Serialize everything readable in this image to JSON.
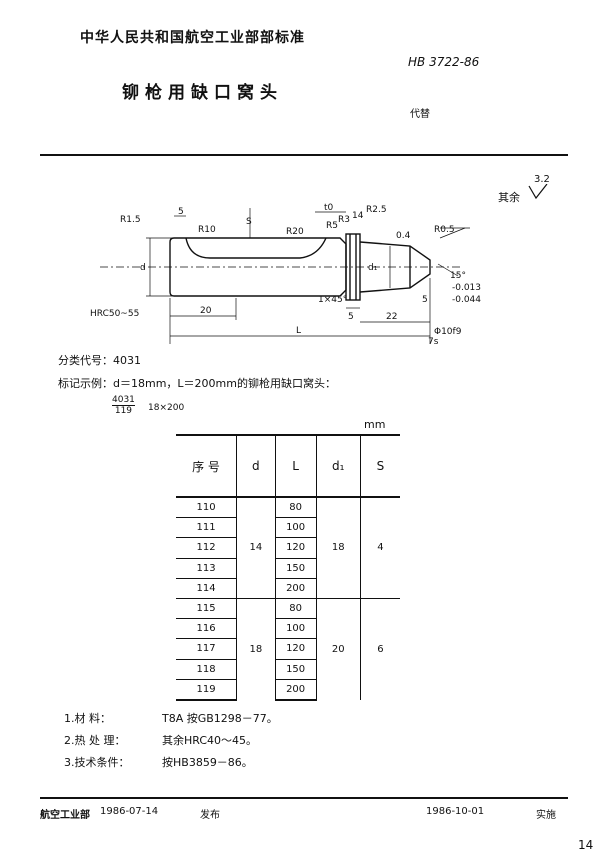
{
  "header": {
    "org": "中华人民共和国航空工业部部标准",
    "std_no": "HB 3722-86",
    "title": "铆枪用缺口窝头",
    "replace": "代替"
  },
  "roughness": {
    "label": "其余",
    "value": "3.2"
  },
  "drawing": {
    "labels": {
      "r15": "R1.5",
      "five_a": "5",
      "r10": "R10",
      "s": "S",
      "t0": "t0",
      "r25": "R2.5",
      "r20": "R20",
      "r5": "R5",
      "r3": "R3",
      "ang14": "14",
      "r05": "R0.5",
      "r04": "0.4",
      "d": "d",
      "d1": "d₁",
      "ang15": "15°",
      "ch": "1×45°",
      "hrc": "HRC50~55",
      "twenty": "20",
      "five_b": "5",
      "twentytwo": "22",
      "five_c": "5",
      "L": "L",
      "tol": "-0.013",
      "tol2": "-0.044",
      "phi": "Φ10f9",
      "sq": "7s"
    }
  },
  "classification": {
    "label": "分类代号：",
    "code": "4031"
  },
  "marking": {
    "label": "标记示例：",
    "text": "d＝18mm，L＝200mm的铆枪用缺口窝头：",
    "num_top": "4031",
    "num_bottom": "119",
    "size": "18×200"
  },
  "unit": "mm",
  "table": {
    "headers": [
      "序  号",
      "d",
      "L",
      "d₁",
      "S"
    ],
    "rows": [
      [
        "110",
        "80"
      ],
      [
        "111",
        "100"
      ],
      [
        "112",
        "120"
      ],
      [
        "113",
        "150"
      ],
      [
        "114",
        "200"
      ],
      [
        "115",
        "80"
      ],
      [
        "116",
        "100"
      ],
      [
        "117",
        "120"
      ],
      [
        "118",
        "150"
      ],
      [
        "119",
        "200"
      ]
    ],
    "groups": [
      {
        "d": "14",
        "d1": "18",
        "s": "4"
      },
      {
        "d": "18",
        "d1": "20",
        "s": "6"
      }
    ]
  },
  "notes": [
    {
      "k": "1.材    料：",
      "v": "T8A  按GB1298－77。"
    },
    {
      "k": "2.热 处 理：",
      "v": "其余HRC40～45。"
    },
    {
      "k": "3.技术条件：",
      "v": "按HB3859－86。"
    }
  ],
  "footer": {
    "issuer": "航空工业部",
    "issue_date": "1986-07-14",
    "issue_label": "发布",
    "impl_date": "1986-10-01",
    "impl_label": "实施"
  },
  "page_number": "14"
}
